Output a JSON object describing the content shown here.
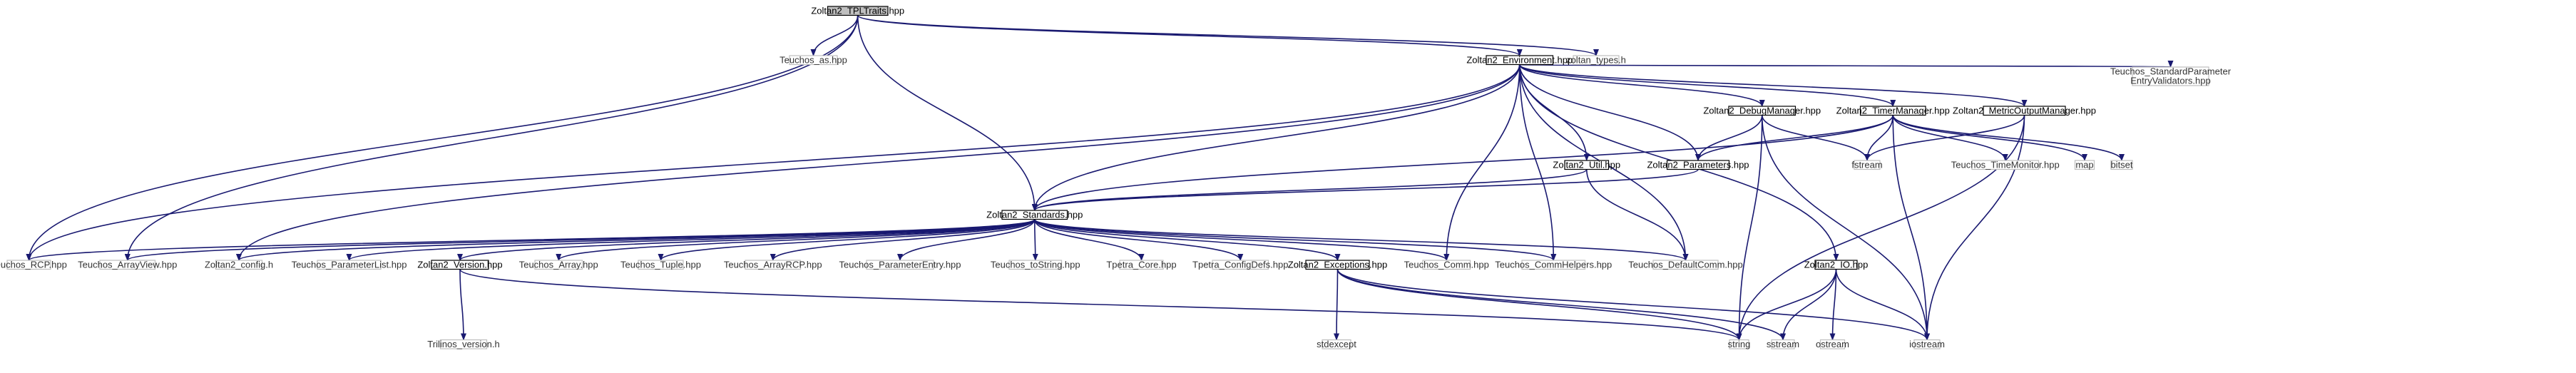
{
  "graph": {
    "root": "Zoltan2_TPLTraits.hpp",
    "colors": {
      "edge": "#191970",
      "root_fill": "#bfbfbf",
      "internal_border": "#000000",
      "external_border": "#bfbfbf"
    },
    "nodes": [
      {
        "id": "tpltraits",
        "label": "Zoltan2_TPLTraits.hpp",
        "kind": "root"
      },
      {
        "id": "as",
        "label": "Teuchos_as.hpp",
        "kind": "external"
      },
      {
        "id": "types",
        "label": "zoltan_types.h",
        "kind": "external"
      },
      {
        "id": "env",
        "label": "Zoltan2_Environment.hpp",
        "kind": "internal"
      },
      {
        "id": "validators",
        "label": "Teuchos_StandardParameter EntryValidators.hpp",
        "kind": "external"
      },
      {
        "id": "debug",
        "label": "Zoltan2_DebugManager.hpp",
        "kind": "internal"
      },
      {
        "id": "timer",
        "label": "Zoltan2_TimerManager.hpp",
        "kind": "internal"
      },
      {
        "id": "metric",
        "label": "Zoltan2_MetricOutputManager.hpp",
        "kind": "internal"
      },
      {
        "id": "util",
        "label": "Zoltan2_Util.hpp",
        "kind": "internal"
      },
      {
        "id": "params",
        "label": "Zoltan2_Parameters.hpp",
        "kind": "internal"
      },
      {
        "id": "fstream",
        "label": "fstream",
        "kind": "external"
      },
      {
        "id": "timemon",
        "label": "Teuchos_TimeMonitor.hpp",
        "kind": "external"
      },
      {
        "id": "map",
        "label": "map",
        "kind": "external"
      },
      {
        "id": "bitset",
        "label": "bitset",
        "kind": "external"
      },
      {
        "id": "std",
        "label": "Zoltan2_Standards.hpp",
        "kind": "internal"
      },
      {
        "id": "rcp",
        "label": "Teuchos_RCP.hpp",
        "kind": "external"
      },
      {
        "id": "arrayview",
        "label": "Teuchos_ArrayView.hpp",
        "kind": "external"
      },
      {
        "id": "config",
        "label": "Zoltan2_config.h",
        "kind": "external"
      },
      {
        "id": "plist",
        "label": "Teuchos_ParameterList.hpp",
        "kind": "external"
      },
      {
        "id": "version",
        "label": "Zoltan2_Version.hpp",
        "kind": "internal"
      },
      {
        "id": "array",
        "label": "Teuchos_Array.hpp",
        "kind": "external"
      },
      {
        "id": "tuple",
        "label": "Teuchos_Tuple.hpp",
        "kind": "external"
      },
      {
        "id": "arrayrcp",
        "label": "Teuchos_ArrayRCP.hpp",
        "kind": "external"
      },
      {
        "id": "pentry",
        "label": "Teuchos_ParameterEntry.hpp",
        "kind": "external"
      },
      {
        "id": "tostring",
        "label": "Teuchos_toString.hpp",
        "kind": "external"
      },
      {
        "id": "tpcore",
        "label": "Tpetra_Core.hpp",
        "kind": "external"
      },
      {
        "id": "tpconfig",
        "label": "Tpetra_ConfigDefs.hpp",
        "kind": "external"
      },
      {
        "id": "exceptions",
        "label": "Zoltan2_Exceptions.hpp",
        "kind": "internal"
      },
      {
        "id": "comm",
        "label": "Teuchos_Comm.hpp",
        "kind": "external"
      },
      {
        "id": "commhelpers",
        "label": "Teuchos_CommHelpers.hpp",
        "kind": "external"
      },
      {
        "id": "defcomm",
        "label": "Teuchos_DefaultComm.hpp",
        "kind": "external"
      },
      {
        "id": "io",
        "label": "Zoltan2_IO.hpp",
        "kind": "internal"
      },
      {
        "id": "trilinos",
        "label": "Trilinos_version.h",
        "kind": "external"
      },
      {
        "id": "stdexcept",
        "label": "stdexcept",
        "kind": "external"
      },
      {
        "id": "string",
        "label": "string",
        "kind": "external"
      },
      {
        "id": "sstream",
        "label": "sstream",
        "kind": "external"
      },
      {
        "id": "ostream",
        "label": "ostream",
        "kind": "external"
      },
      {
        "id": "iostream",
        "label": "iostream",
        "kind": "external"
      }
    ],
    "edges": [
      [
        "tpltraits",
        "as"
      ],
      [
        "tpltraits",
        "types"
      ],
      [
        "tpltraits",
        "env"
      ],
      [
        "tpltraits",
        "std"
      ],
      [
        "tpltraits",
        "rcp"
      ],
      [
        "tpltraits",
        "arrayview"
      ],
      [
        "env",
        "validators"
      ],
      [
        "env",
        "debug"
      ],
      [
        "env",
        "timer"
      ],
      [
        "env",
        "metric"
      ],
      [
        "env",
        "util"
      ],
      [
        "env",
        "params"
      ],
      [
        "env",
        "std"
      ],
      [
        "env",
        "rcp"
      ],
      [
        "env",
        "config"
      ],
      [
        "env",
        "comm"
      ],
      [
        "env",
        "commhelpers"
      ],
      [
        "env",
        "defcomm"
      ],
      [
        "env",
        "io"
      ],
      [
        "debug",
        "params"
      ],
      [
        "debug",
        "fstream"
      ],
      [
        "debug",
        "string"
      ],
      [
        "debug",
        "iostream"
      ],
      [
        "timer",
        "params"
      ],
      [
        "timer",
        "fstream"
      ],
      [
        "timer",
        "timemon"
      ],
      [
        "timer",
        "map"
      ],
      [
        "timer",
        "bitset"
      ],
      [
        "timer",
        "std"
      ],
      [
        "timer",
        "iostream"
      ],
      [
        "metric",
        "fstream"
      ],
      [
        "metric",
        "iostream"
      ],
      [
        "metric",
        "string"
      ],
      [
        "util",
        "std"
      ],
      [
        "util",
        "defcomm"
      ],
      [
        "params",
        "std"
      ],
      [
        "std",
        "rcp"
      ],
      [
        "std",
        "arrayview"
      ],
      [
        "std",
        "config"
      ],
      [
        "std",
        "plist"
      ],
      [
        "std",
        "version"
      ],
      [
        "std",
        "array"
      ],
      [
        "std",
        "tuple"
      ],
      [
        "std",
        "arrayrcp"
      ],
      [
        "std",
        "pentry"
      ],
      [
        "std",
        "tostring"
      ],
      [
        "std",
        "tpcore"
      ],
      [
        "std",
        "tpconfig"
      ],
      [
        "std",
        "exceptions"
      ],
      [
        "std",
        "comm"
      ],
      [
        "std",
        "commhelpers"
      ],
      [
        "std",
        "defcomm"
      ],
      [
        "version",
        "trilinos"
      ],
      [
        "version",
        "string"
      ],
      [
        "exceptions",
        "stdexcept"
      ],
      [
        "exceptions",
        "string"
      ],
      [
        "exceptions",
        "sstream"
      ],
      [
        "exceptions",
        "iostream"
      ],
      [
        "io",
        "string"
      ],
      [
        "io",
        "sstream"
      ],
      [
        "io",
        "ostream"
      ],
      [
        "io",
        "iostream"
      ]
    ]
  }
}
